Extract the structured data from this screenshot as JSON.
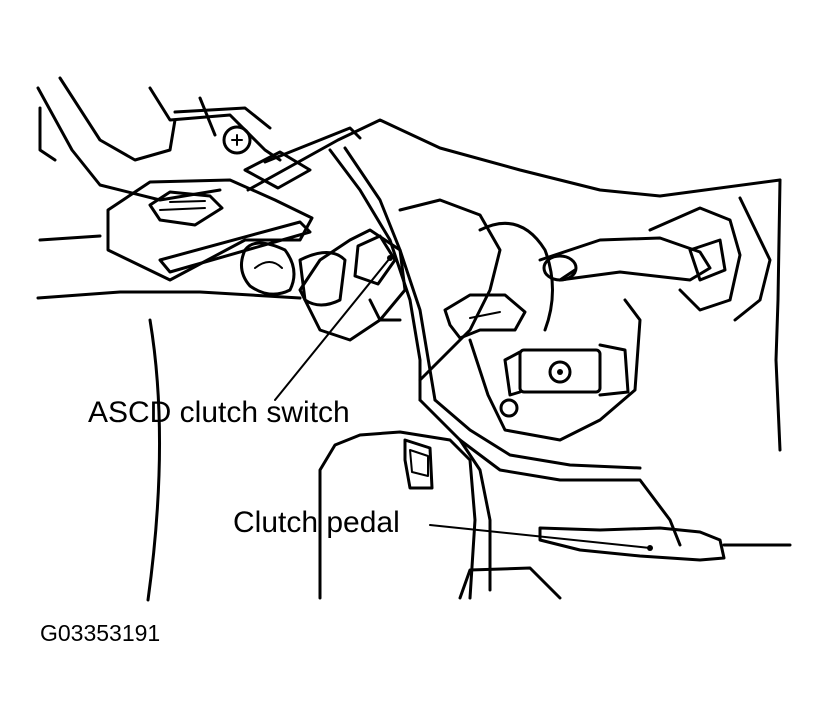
{
  "labels": {
    "switch": "ASCD clutch switch",
    "pedal": "Clutch pedal"
  },
  "figure_code": "G03353191",
  "colors": {
    "line": "#000000",
    "background": "#ffffff"
  }
}
